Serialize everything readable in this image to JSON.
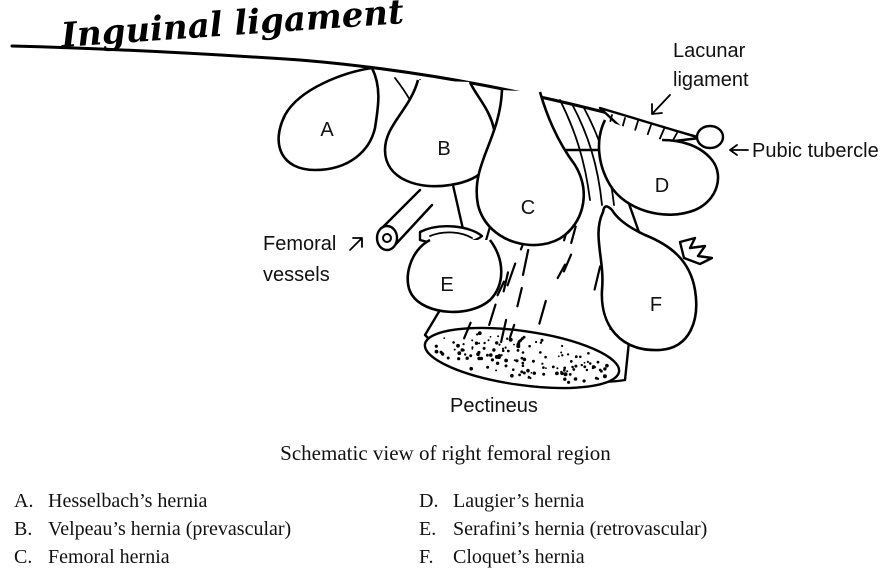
{
  "diagram": {
    "title_handwritten": "Inguinal ligament",
    "labels": {
      "lacunar": [
        "Lacunar",
        "ligament"
      ],
      "pubic": "Pubic tubercle",
      "femoral": [
        "Femoral",
        "vessels"
      ],
      "pectineus": "Pectineus"
    },
    "sac_letters": {
      "a": "A",
      "b": "B",
      "c": "C",
      "d": "D",
      "e": "E",
      "f": "F"
    }
  },
  "caption": "Schematic view of right femoral region",
  "legend": {
    "left": [
      {
        "key": "A.",
        "text": "Hesselbach’s hernia"
      },
      {
        "key": "B.",
        "text": "Velpeau’s hernia (prevascular)"
      },
      {
        "key": "C.",
        "text": "Femoral hernia"
      }
    ],
    "right": [
      {
        "key": "D.",
        "text": "Laugier’s hernia"
      },
      {
        "key": "E.",
        "text": "Serafini’s hernia (retrovascular)"
      },
      {
        "key": "F.",
        "text": "Cloquet’s hernia"
      }
    ]
  }
}
